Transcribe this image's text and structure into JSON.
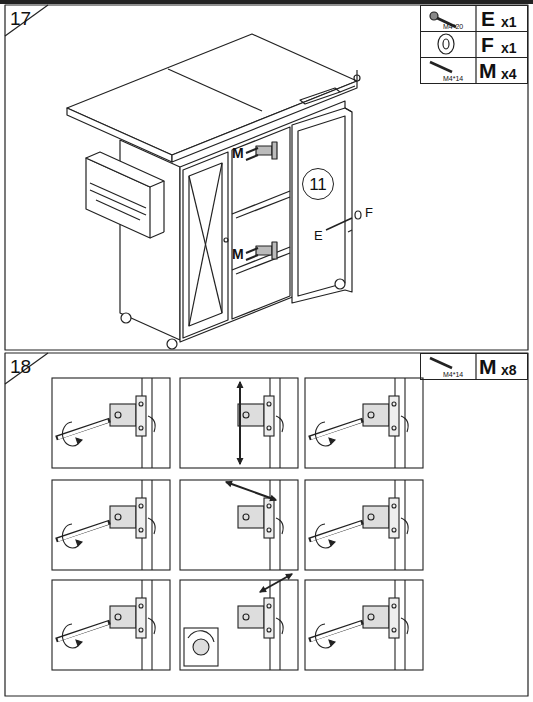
{
  "diagram": {
    "nodes": [
      {
        "text": [
          "M4*20",
          "E",
          "x1"
        ]
      },
      {
        "text": [
          "F",
          "x1"
        ]
      },
      {
        "text": [
          "M4*14",
          "M",
          "x4"
        ]
      },
      {
        "text": [
          "11"
        ]
      },
      {
        "text": [
          "M4*14",
          "M",
          "x8"
        ]
      }
    ],
    "labels": [
      "17",
      "18",
      "M",
      "M",
      "F",
      "E"
    ]
  }
}
